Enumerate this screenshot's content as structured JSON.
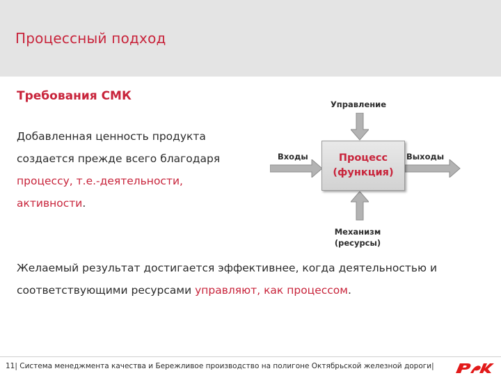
{
  "slide": {
    "title": "Процессный подход",
    "section_title": "Требования СМК",
    "paragraph1": [
      {
        "text": "Добавленная ценность продукта создается прежде всего благодаря ",
        "highlight": false
      },
      {
        "text": "процессу, т.е.-деятельности, активности",
        "highlight": true
      },
      {
        "text": ".",
        "highlight": false
      }
    ],
    "paragraph2": [
      {
        "text": "Желаемый результат достигается эффективнее, когда деятельностью и соответствующими ресурсами ",
        "highlight": false
      },
      {
        "text": "управляют, как процессом",
        "highlight": true
      },
      {
        "text": ".",
        "highlight": false
      }
    ]
  },
  "diagram": {
    "control_label": "Управление",
    "inputs_label": "Входы",
    "outputs_label": "Выходы",
    "process_line1": "Процесс",
    "process_line2": "(функция)",
    "mechanism_line1": "Механизм",
    "mechanism_line2": "(ресурсы)"
  },
  "footer": {
    "text": "11| Система менеджмента качества и Бережливое производство на полигоне Октябрьской железной дороги|"
  },
  "colors": {
    "accent": "#c8243b",
    "header_bg": "#e4e4e4",
    "arrow_fill": "#b3b3b3"
  }
}
